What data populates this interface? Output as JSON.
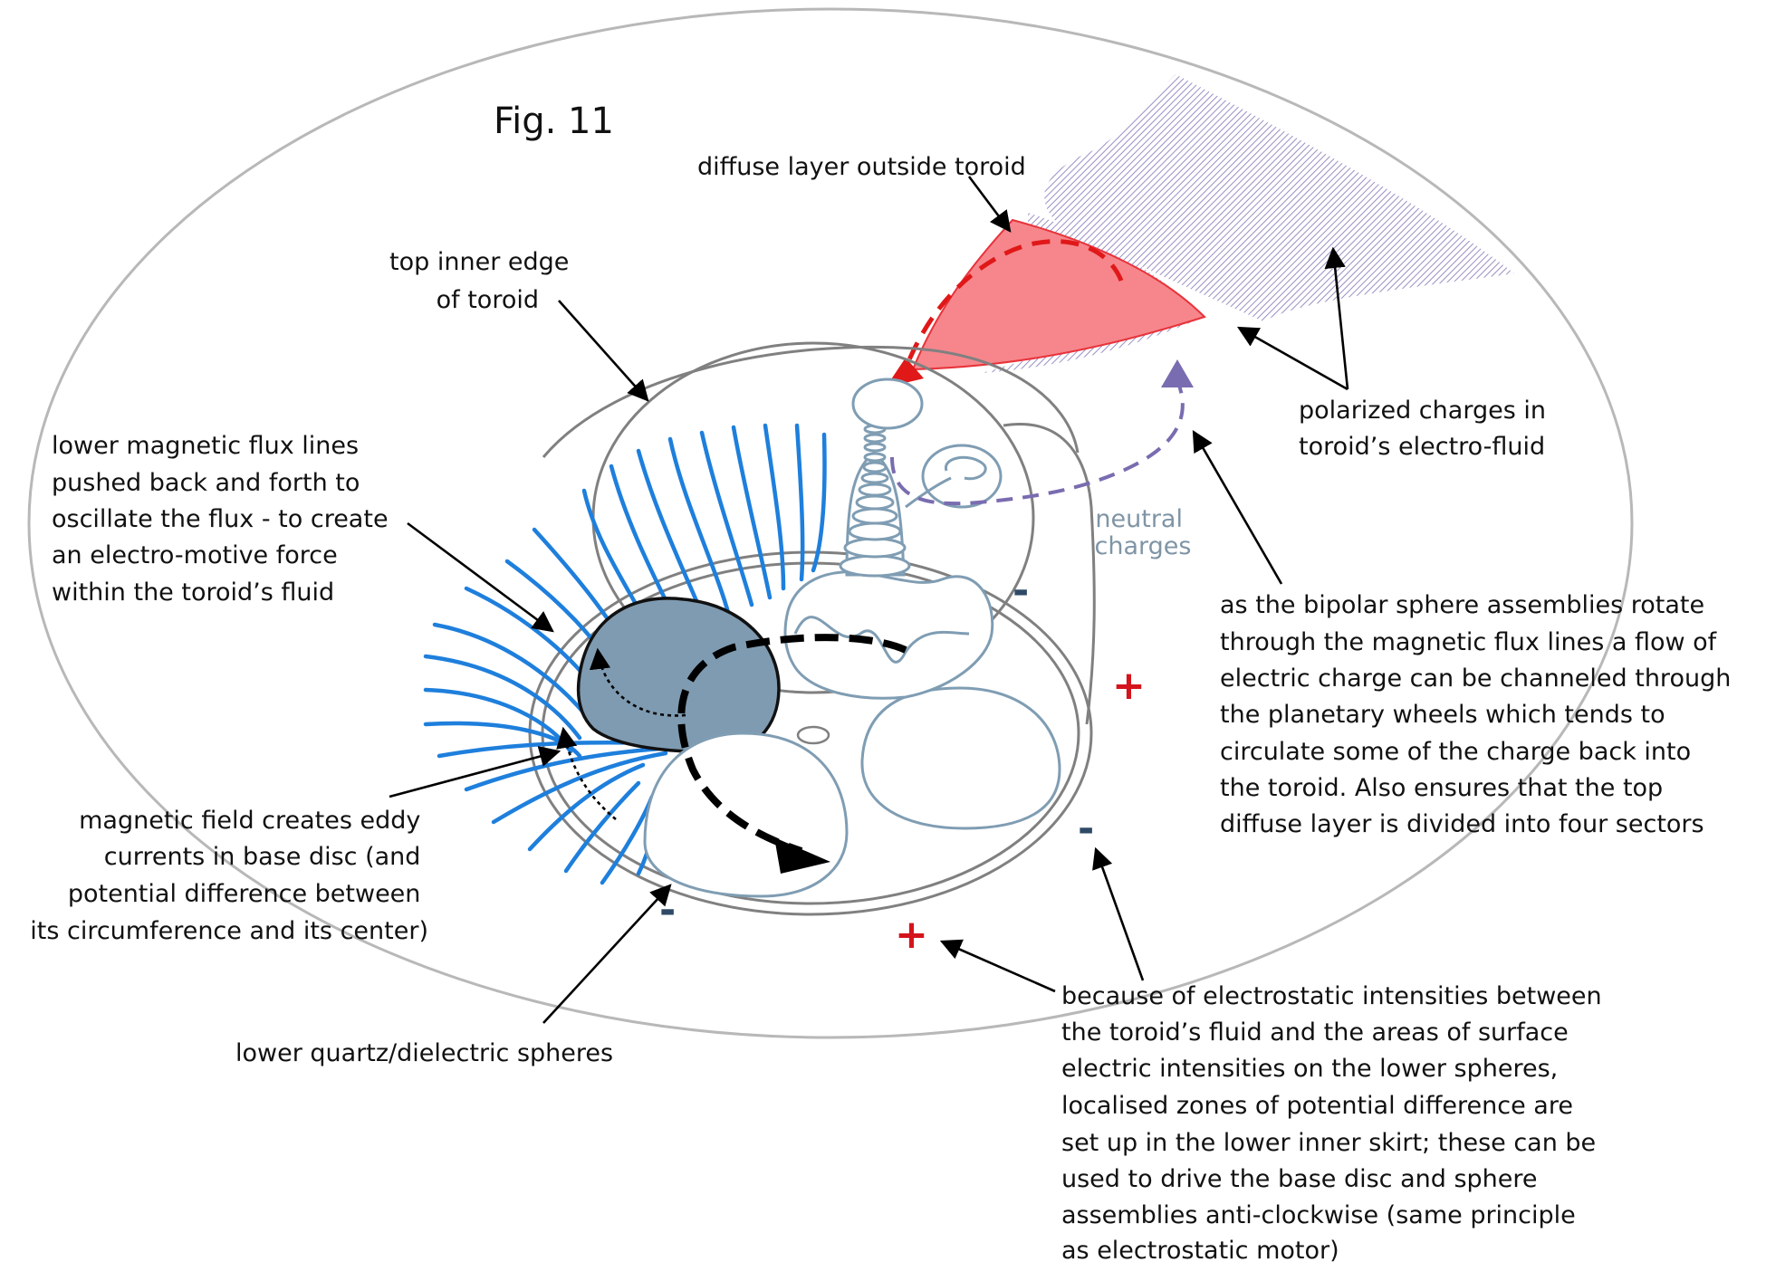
{
  "figure": {
    "title": "Fig. 11",
    "neutral_label": [
      "neutral",
      "charges"
    ],
    "signs": {
      "plus": "+",
      "minus": "-"
    }
  },
  "labels": {
    "diffuse_layer": "diffuse layer outside toroid",
    "top_inner_edge": [
      "top inner edge",
      "of toroid"
    ],
    "polarized_charges": [
      "polarized charges in",
      "toroid’s electro-fluid"
    ],
    "lower_flux": [
      "lower magnetic flux lines",
      "pushed back and forth to",
      "oscillate the flux - to create",
      "an electro-motive force",
      "within the toroid’s fluid"
    ],
    "bipolar": [
      "as the bipolar sphere assemblies rotate",
      "through the magnetic flux lines a flow of",
      "electric charge can be channeled through",
      "the planetary wheels which tends to",
      "circulate some of the charge back into",
      "the toroid. Also ensures that the top",
      "diffuse layer is divided into four sectors"
    ],
    "eddy": [
      "magnetic field creates eddy",
      "currents in base disc (and",
      "potential difference between",
      "its circumference and its center)"
    ],
    "quartz": "lower quartz/dielectric spheres",
    "electrostatic": [
      "because of electrostatic intensities between",
      "the toroid’s fluid and the areas of surface",
      "electric intensities on the lower spheres,",
      "localised zones of potential difference are",
      "set up in the lower inner skirt; these can be",
      "used to drive the base disc and sphere",
      "assemblies anti-clockwise (same principle",
      "as electrostatic motor)"
    ]
  },
  "colors": {
    "flux_lines": "#1e7fdc",
    "diffuse_sector": "#f6868c",
    "dashed_red": "#e01818",
    "dashed_purple": "#7a6cb0",
    "shaded_sphere": "#7f9bb1",
    "sphere_outline": "#7f9db3",
    "plus": "#d4141c",
    "minus": "#2f4a66"
  }
}
